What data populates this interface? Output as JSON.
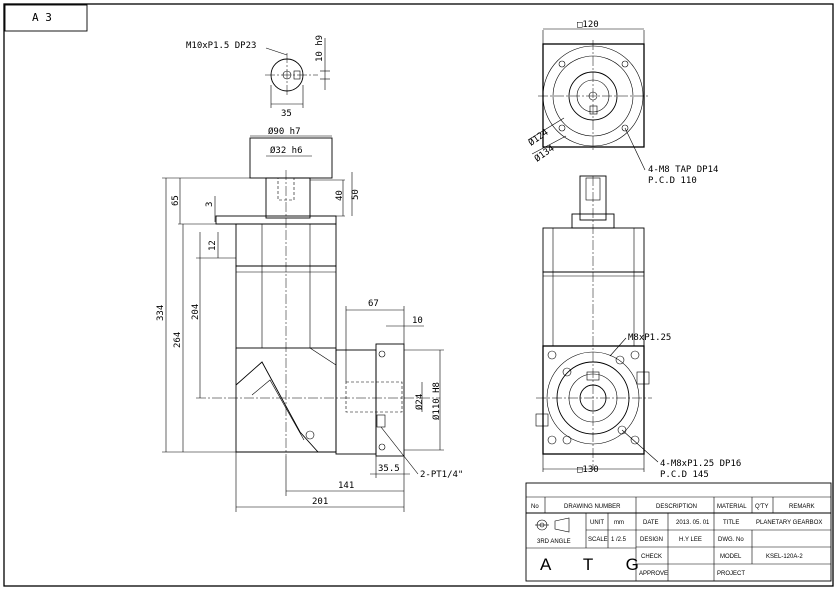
{
  "sheet_size": "A 3",
  "front_view": {
    "key_detail": {
      "thread_label": "M10xP1.5  DP23",
      "height_label": "10 h9",
      "width_label": "35"
    },
    "dims": {
      "flange_dia": "Ø90 h7",
      "shaft_dia": "Ø32 h6",
      "d40": "40",
      "d50": "50",
      "d65": "65",
      "d3": "3",
      "d12": "12",
      "d204": "204",
      "d264": "264",
      "d334": "334",
      "d67": "67",
      "d10": "10",
      "d24": "Ø24",
      "d110": "Ø110 H8",
      "d35_5": "35.5",
      "d141": "141",
      "d201": "201",
      "port": "2-PT1/4\""
    }
  },
  "side_view": {
    "d120": "□120",
    "d124": "Ø124",
    "d134": "Ø134",
    "tap_label": "4-M8 TAP  DP14",
    "pcd110": "P.C.D  110",
    "m8": "M8xP1.25",
    "holes_label": "4-M8xP1.25  DP16",
    "pcd145": "P.C.D  145",
    "d130": "□130"
  },
  "title_block": {
    "headers": {
      "no": "No",
      "drawing_number": "DRAWING  NUMBER",
      "description": "DESCRIPTION",
      "material": "MATERIAL",
      "qty": "Q'TY",
      "remark": "REMARK"
    },
    "projection": "3RD  ANGLE",
    "unit_label": "UNIT",
    "unit_value": "mm",
    "scale_label": "SCALE",
    "scale_value": "1 /2.5",
    "date_label": "DATE",
    "date_value": "2013. 05. 01",
    "design_label": "DESIGN",
    "design_value": "H.Y LEE",
    "check_label": "CHECK",
    "approve_label": "APPROVE",
    "title_label": "TITLE",
    "title_value": "PLANETARY  GEARBOX",
    "dwg_label": "DWG.  No",
    "model_label": "MODEL",
    "model_value": "KSEL-120A-2",
    "project_label": "PROJECT",
    "company_logo": "A T G"
  }
}
